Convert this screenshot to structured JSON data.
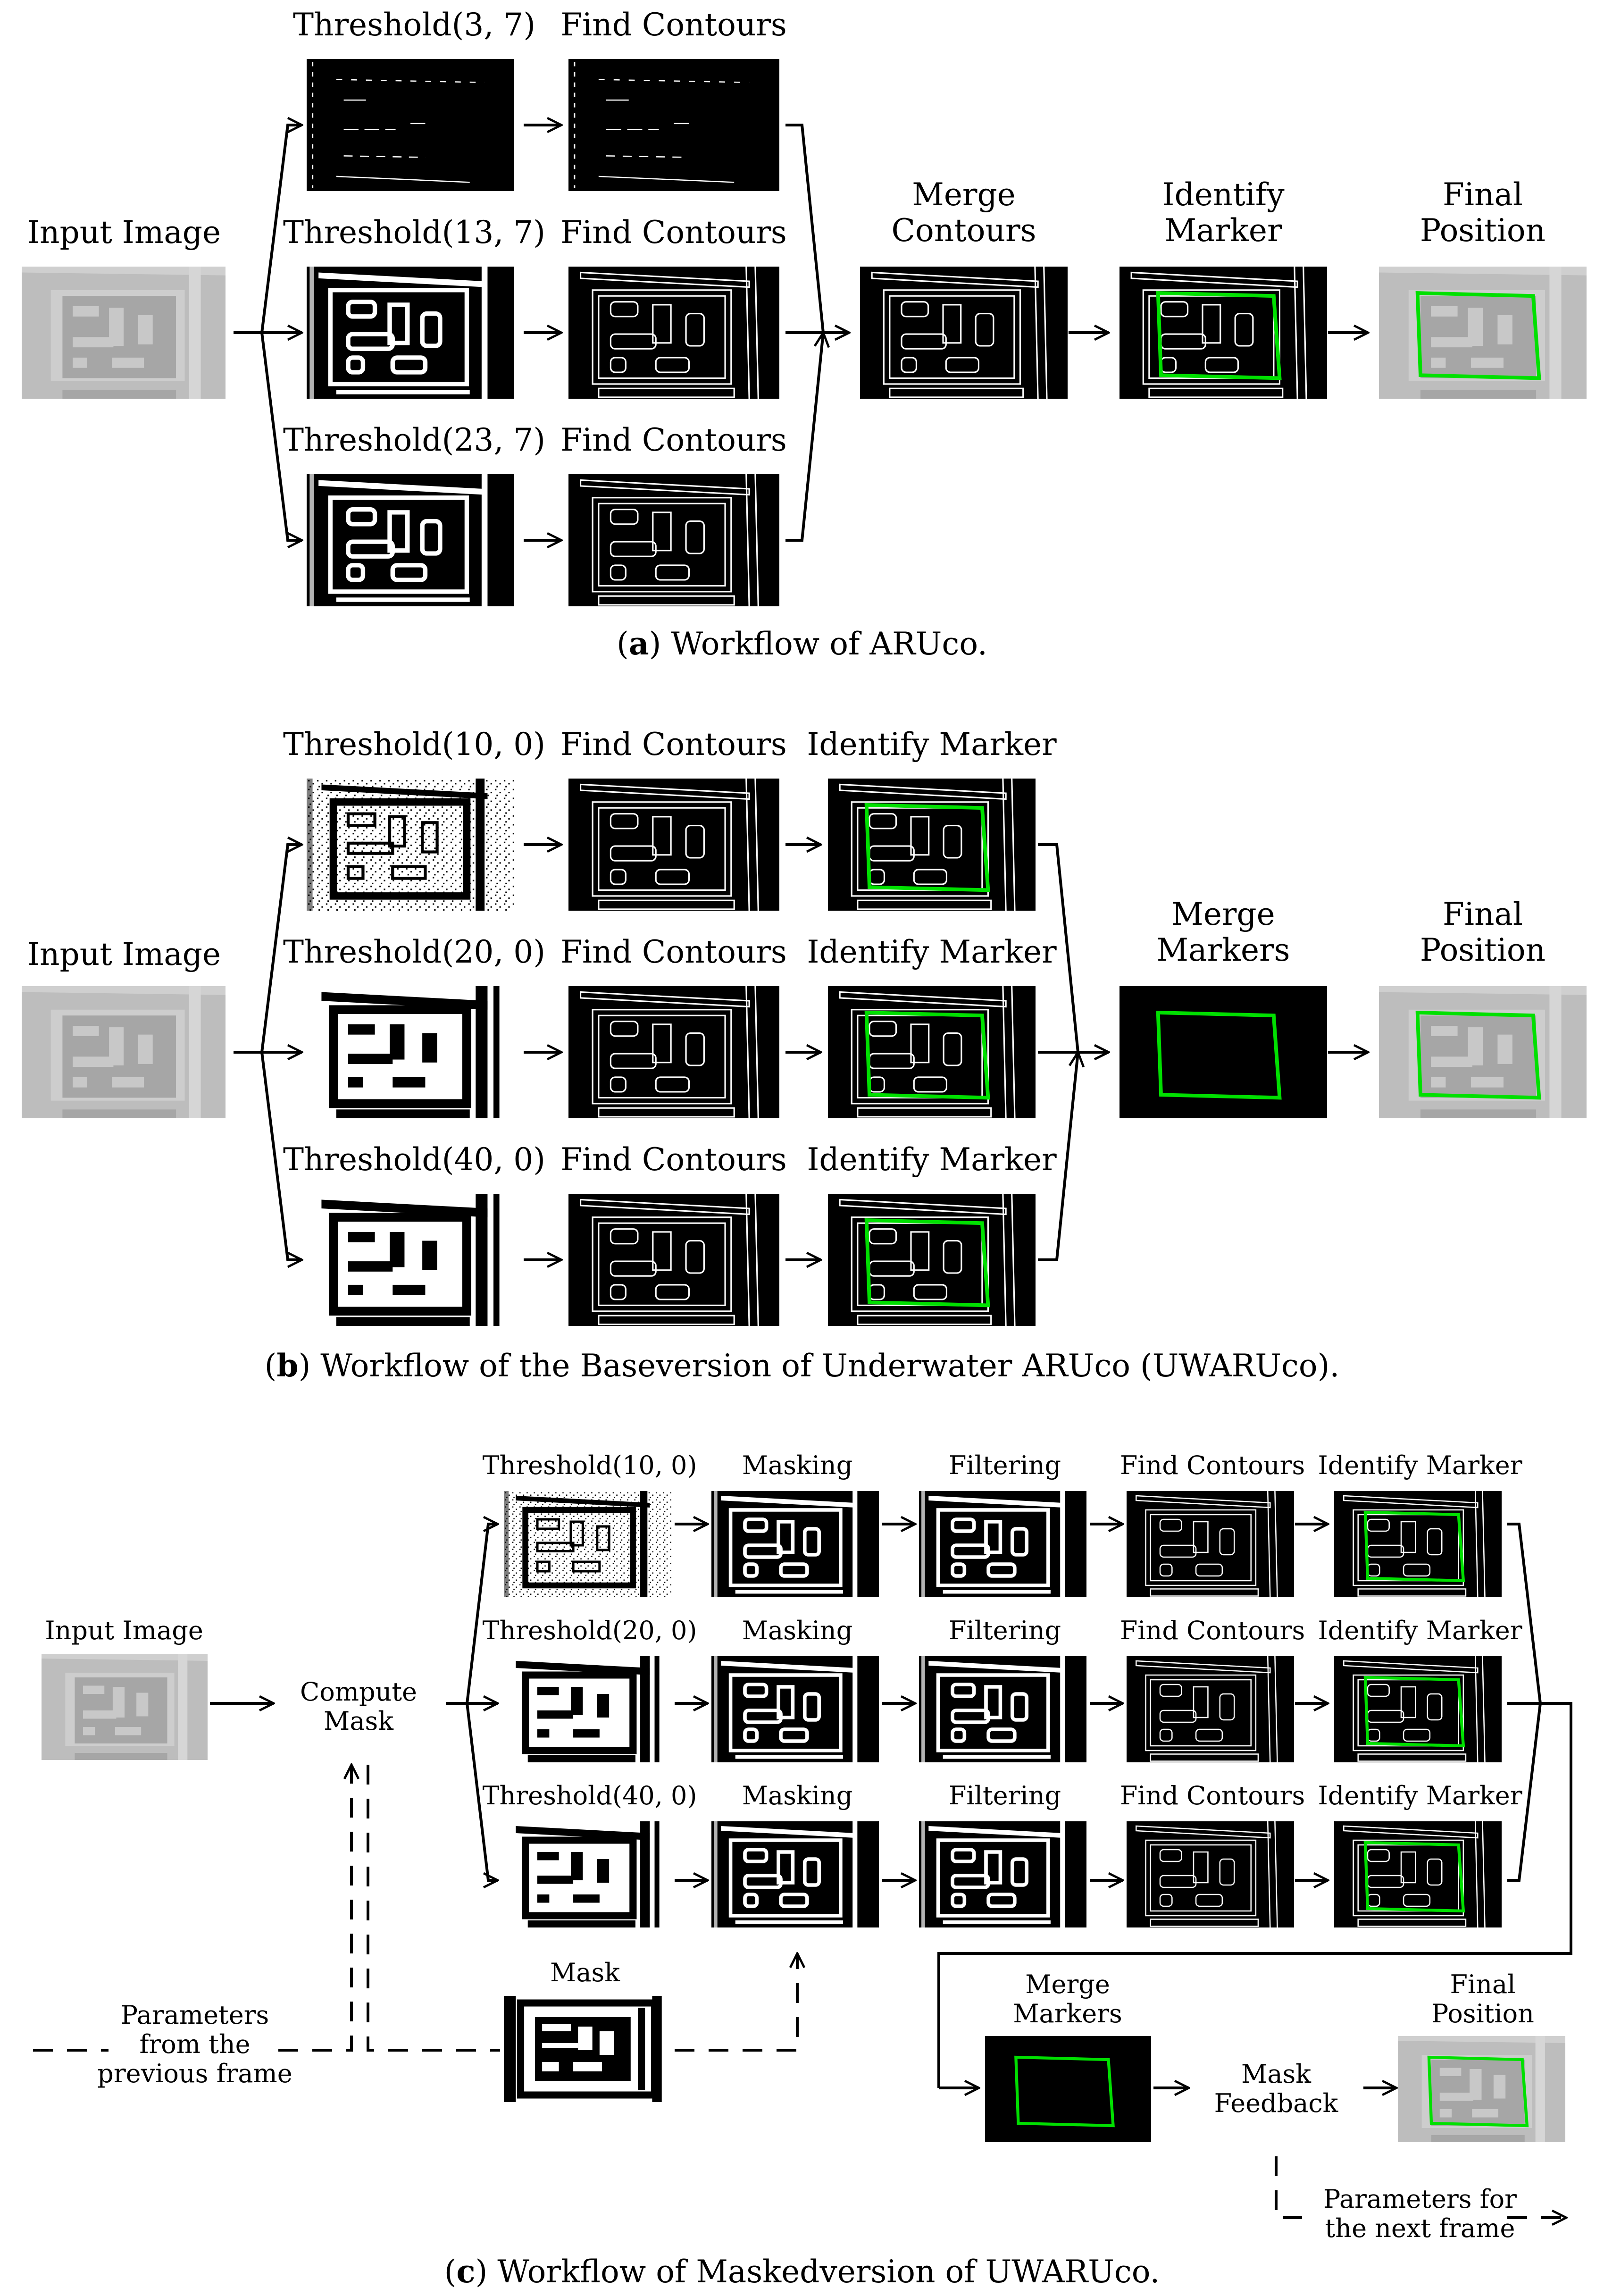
{
  "colors": {
    "marker_green": "#00e000",
    "input_gray": "#b4b4b4",
    "line": "#000000"
  },
  "panel_a": {
    "input_label": "Input Image",
    "rows": [
      {
        "threshold_label": "Threshold(3, 7)",
        "contours_label": "Find Contours"
      },
      {
        "threshold_label": "Threshold(13, 7)",
        "contours_label": "Find Contours"
      },
      {
        "threshold_label": "Threshold(23, 7)",
        "contours_label": "Find Contours"
      }
    ],
    "merge_label_1": "Merge",
    "merge_label_2": "Contours",
    "identify_label_1": "Identify",
    "identify_label_2": "Marker",
    "final_label_1": "Final",
    "final_label_2": "Position",
    "caption_letter": "a",
    "caption_text": " Workflow of ARUco."
  },
  "panel_b": {
    "input_label": "Input Image",
    "rows": [
      {
        "threshold_label": "Threshold(10, 0)",
        "contours_label": "Find Contours",
        "identify_label": "Identify Marker"
      },
      {
        "threshold_label": "Threshold(20, 0)",
        "contours_label": "Find Contours",
        "identify_label": "Identify Marker"
      },
      {
        "threshold_label": "Threshold(40, 0)",
        "contours_label": "Find Contours",
        "identify_label": "Identify Marker"
      }
    ],
    "merge_label_1": "Merge",
    "merge_label_2": "Markers",
    "final_label_1": "Final",
    "final_label_2": "Position",
    "caption_letter": "b",
    "caption_text": " Workflow of the Baseversion of Underwater ARUco (UWARUco)."
  },
  "panel_c": {
    "input_label": "Input Image",
    "compute_mask_1": "Compute",
    "compute_mask_2": "Mask",
    "rows": [
      {
        "threshold_label": "Threshold(10, 0)",
        "masking_label": "Masking",
        "filtering_label": "Filtering",
        "contours_label": "Find Contours",
        "identify_label": "Identify Marker"
      },
      {
        "threshold_label": "Threshold(20, 0)",
        "masking_label": "Masking",
        "filtering_label": "Filtering",
        "contours_label": "Find Contours",
        "identify_label": "Identify Marker"
      },
      {
        "threshold_label": "Threshold(40, 0)",
        "masking_label": "Masking",
        "filtering_label": "Filtering",
        "contours_label": "Find Contours",
        "identify_label": "Identify Marker"
      }
    ],
    "mask_label": "Mask",
    "params_prev_1": "Parameters",
    "params_prev_2": "from the",
    "params_prev_3": "previous frame",
    "merge_label_1": "Merge",
    "merge_label_2": "Markers",
    "mask_feedback_1": "Mask",
    "mask_feedback_2": "Feedback",
    "final_label_1": "Final",
    "final_label_2": "Position",
    "params_next_1": "Parameters for",
    "params_next_2": "the next frame",
    "caption_letter": "c",
    "caption_text": " Workflow of Maskedversion of UWARUco."
  }
}
